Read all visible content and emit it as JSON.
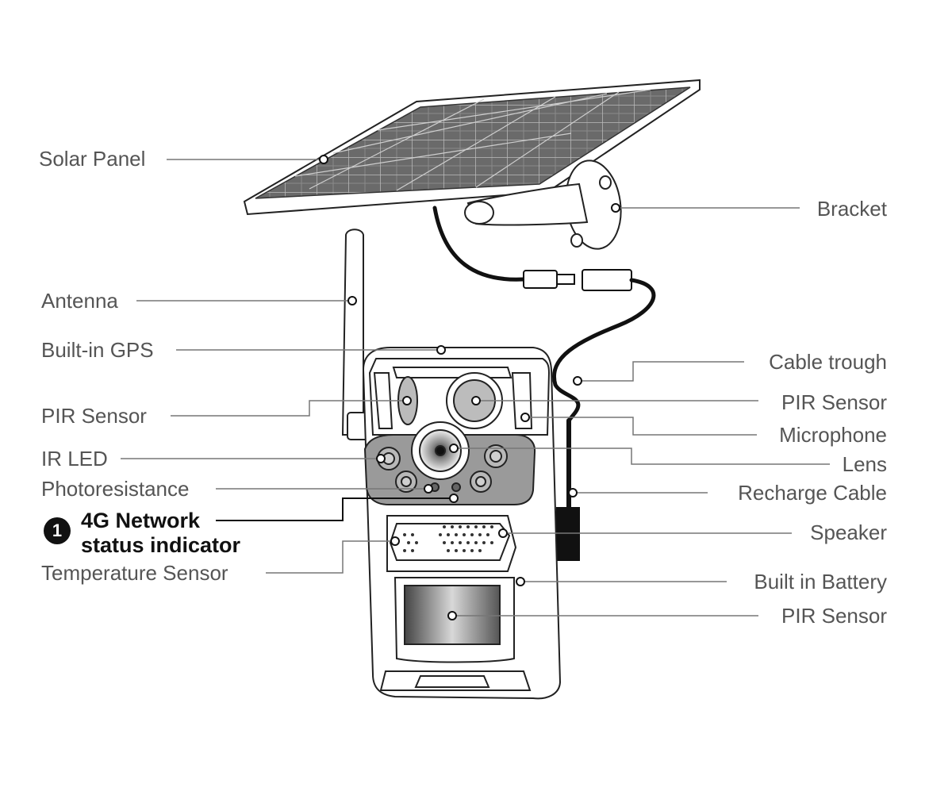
{
  "labels": {
    "solar_panel": "Solar Panel",
    "bracket": "Bracket",
    "antenna": "Antenna",
    "built_in_gps": "Built-in GPS",
    "cable_trough": "Cable trough",
    "pir_sensor_left": "PIR Sensor",
    "pir_sensor_top_right": "PIR Sensor",
    "microphone": "Microphone",
    "ir_led": "IR LED",
    "lens": "Lens",
    "photoresistance": "Photoresistance",
    "recharge_cable": "Recharge Cable",
    "network_indicator_line1": "4G Network",
    "network_indicator_line2": "status indicator",
    "network_indicator_number": "1",
    "speaker": "Speaker",
    "temperature_sensor": "Temperature Sensor",
    "built_in_battery": "Built in Battery",
    "pir_sensor_bottom": "PIR Sensor"
  },
  "colors": {
    "label_text": "#555555",
    "leader_line": "#777777",
    "outline": "#222222",
    "panel_face": "#6e6e6e",
    "face_plate": "#9a9a9a",
    "highlight_text": "#111111"
  }
}
